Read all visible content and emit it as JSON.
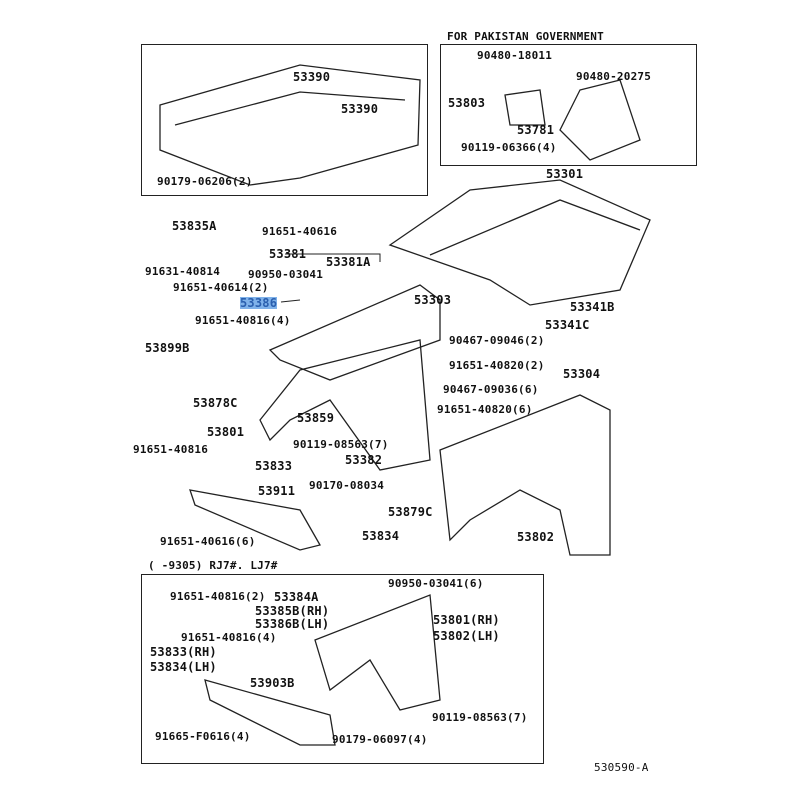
{
  "inset_top_left": {
    "labels": [
      "53390",
      "53390",
      "90179-06206(2)"
    ]
  },
  "inset_pakistan": {
    "title": "FOR PAKISTAN GOVERNMENT",
    "labels": [
      "90480-18011",
      "90480-20275",
      "53803",
      "53781",
      "90119-06366(4)"
    ]
  },
  "main": {
    "labels": [
      "53301",
      "53835A",
      "91651-40616",
      "53381",
      "53381A",
      "91631-40814",
      "90950-03041",
      "91651-40614(2)",
      "53386",
      "53303",
      "53341B",
      "91651-40816(4)",
      "53341C",
      "53899B",
      "90467-09046(2)",
      "91651-40820(2)",
      "53304",
      "90467-09036(6)",
      "53878C",
      "91651-40820(6)",
      "53859",
      "53801",
      "90119-08563(7)",
      "91651-40816",
      "53382",
      "53833",
      "53911",
      "90170-08034",
      "53879C",
      "53802",
      "91651-40616(6)",
      "53834"
    ]
  },
  "inset_bottom": {
    "title": "(      -9305) RJ7#. LJ7#",
    "labels": [
      "90950-03041(6)",
      "91651-40816(2)",
      "53384A",
      "53385B(RH)",
      "53386B(LH)",
      "91651-40816(4)",
      "53801(RH)",
      "53802(LH)",
      "53833(RH)",
      "53834(LH)",
      "53903B",
      "90119-08563(7)",
      "91665-F0616(4)",
      "90179-06097(4)"
    ]
  },
  "footer": {
    "code": "530590-A"
  },
  "highlight": {
    "part": "53386",
    "color": "#7fb2ea"
  }
}
